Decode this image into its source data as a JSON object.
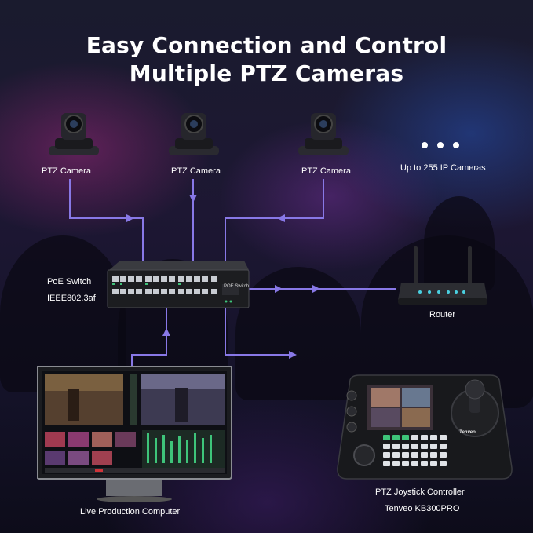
{
  "title": {
    "line1": "Easy Connection and Control",
    "line2": "Multiple PTZ Cameras"
  },
  "cameras": [
    {
      "label": "PTZ Camera"
    },
    {
      "label": "PTZ Camera"
    },
    {
      "label": "PTZ Camera"
    }
  ],
  "more_cameras": {
    "label": "Up to 255 IP Cameras"
  },
  "switch": {
    "label_line1": "PoE Switch",
    "label_line2": "IEEE802.3af",
    "device_text": "POE Switch"
  },
  "router": {
    "label": "Router"
  },
  "computer": {
    "label": "Live Production Computer"
  },
  "controller": {
    "label_line1": "PTZ Joystick Controller",
    "label_line2": "Tenveo KB300PRO",
    "brand": "Tenveo"
  },
  "colors": {
    "connection_line": "#8878e6",
    "background": "#15132a"
  }
}
